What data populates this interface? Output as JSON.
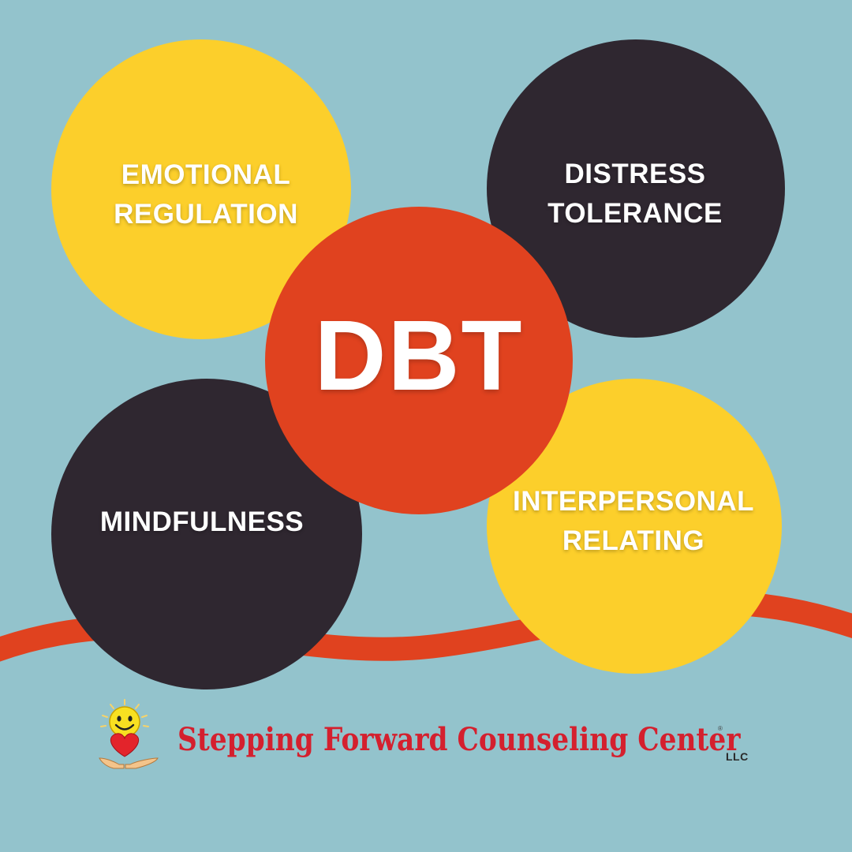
{
  "background_color": "#93c3cc",
  "wave_color": "#e0421f",
  "center": {
    "label": "DBT",
    "color": "#e0421f"
  },
  "skills": [
    {
      "lines": [
        "EMOTIONAL",
        "REGULATION"
      ],
      "color": "#fccf2b"
    },
    {
      "lines": [
        "DISTRESS",
        "TOLERANCE"
      ],
      "color": "#2f2730"
    },
    {
      "lines": [
        "MINDFULNESS"
      ],
      "color": "#2f2730"
    },
    {
      "lines": [
        "INTERPERSONAL",
        "RELATING"
      ],
      "color": "#fccf2b"
    }
  ],
  "logo": {
    "name": "Stepping Forward Counseling Center",
    "registered_mark": "®",
    "suffix": "LLC",
    "name_color": "#d4202e",
    "icon": "smiley-sun-heart-hands-icon"
  }
}
